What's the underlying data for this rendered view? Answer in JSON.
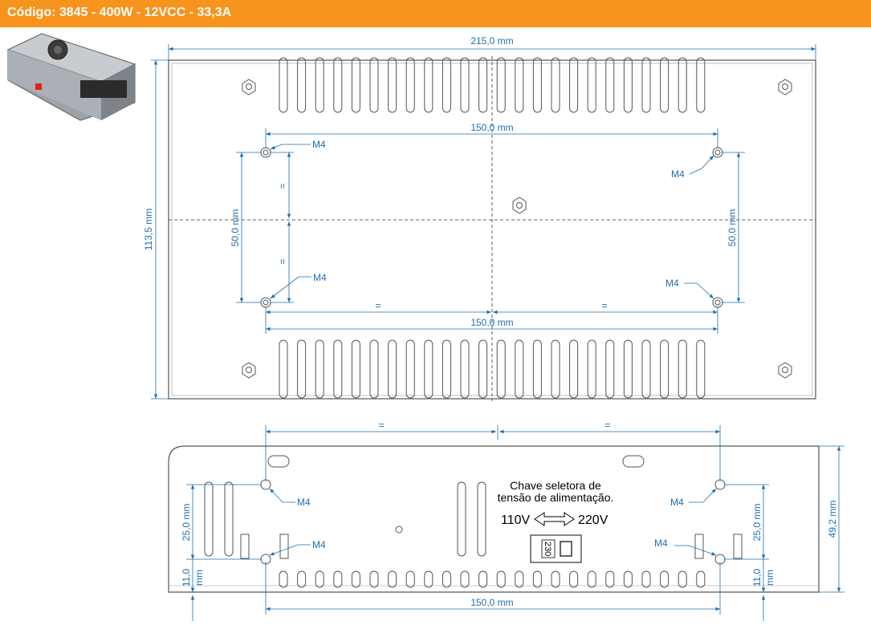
{
  "header": {
    "title": "Código: 3845 - 400W - 12VCC - 33,3A"
  },
  "top_view": {
    "width_dim": "215,0 mm",
    "height_dim": "113,5 mm",
    "hole_span_top": "150,0 mm",
    "hole_span_bottom": "150,0 mm",
    "hole_pitch_left": "50,0 mm",
    "hole_pitch_right": "50,0 mm",
    "equal_mark": "=",
    "screw_label": "M4"
  },
  "side_view": {
    "equal_mark": "=",
    "screw_label": "M4",
    "hole_span": "150,0 mm",
    "height_dim": "49,2 mm",
    "hole_pitch_left": "25,0 mm",
    "hole_pitch_right": "25,0 mm",
    "base_offset": [
      "11,0",
      "mm"
    ],
    "selector_title": [
      "Chave seletora de",
      "tensão de alimentação."
    ],
    "voltage_left": "110V",
    "voltage_right": "220V",
    "switch_value": "230"
  },
  "colors": {
    "header": "#f7941d",
    "dimension": "#1e6fb0",
    "outline": "#555555"
  }
}
